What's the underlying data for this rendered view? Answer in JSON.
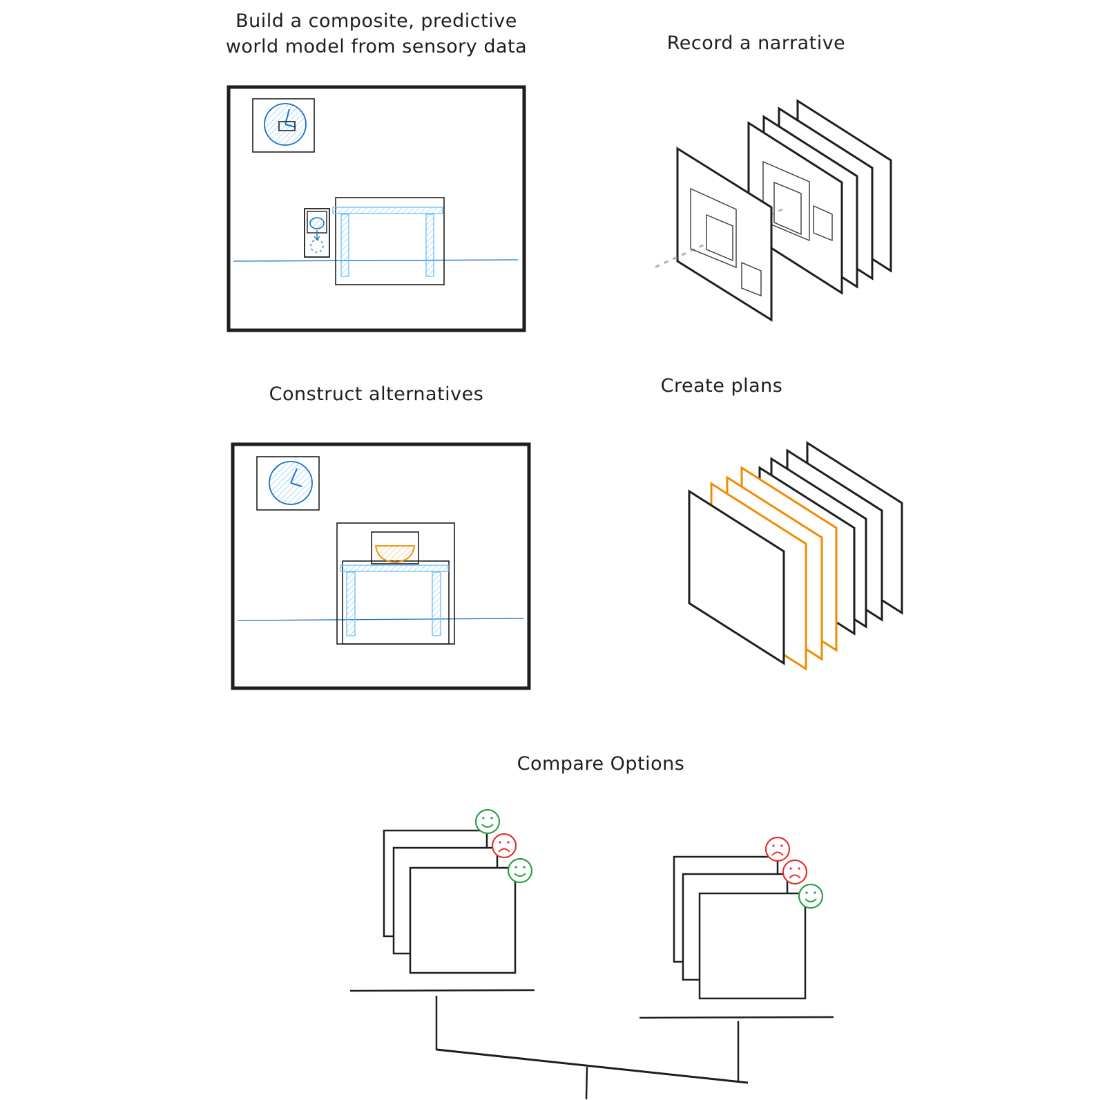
{
  "sections": {
    "world_model": {
      "title_line1": "Build a composite, predictive",
      "title_line2": "world model from sensory data"
    },
    "narrative": {
      "title": "Record a narrative"
    },
    "alternatives": {
      "title": "Construct alternatives"
    },
    "plans": {
      "title": "Create plans"
    },
    "compare": {
      "title": "Compare Options"
    }
  },
  "colors": {
    "ink": "#1e1e1e",
    "blue": "#1971c2",
    "blue_fill": "#a5d8ff",
    "orange": "#f08c00",
    "orange_fill": "#ffd8a8",
    "green": "#2f9e44",
    "red": "#e03131",
    "gray": "#adb5bd"
  },
  "icons": {
    "clock": "clock-icon",
    "phone": "phone-icon",
    "bowl": "bowl-icon",
    "happy": "happy-face-icon",
    "sad": "sad-face-icon"
  },
  "compare_options": {
    "left_option_faces": [
      "happy",
      "sad",
      "happy"
    ],
    "right_option_faces": [
      "sad",
      "sad",
      "happy"
    ]
  },
  "plans": {
    "frame_count": 8,
    "highlighted_count": 3
  }
}
